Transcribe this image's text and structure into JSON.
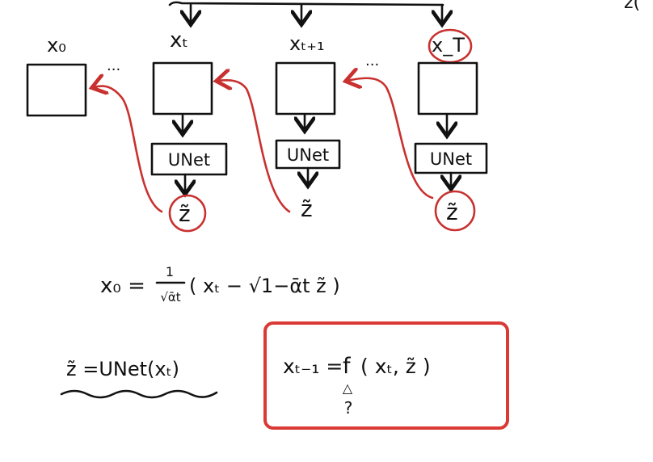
{
  "colors": {
    "ink": "#111111",
    "accent": "#c8312f",
    "highlight_box": "#d93a35"
  },
  "timesteps": [
    {
      "sub": "0",
      "label": "x₀"
    },
    {
      "sub": "t",
      "label": "xₜ"
    },
    {
      "sub": "t+1",
      "label": "xₜ₊₁"
    },
    {
      "sub": "T",
      "label": "x_T"
    }
  ],
  "unet_label": "UNet",
  "noise_symbol": "z̃",
  "ellipsis": "···",
  "corner_fragment": "z(",
  "equations": {
    "x0": {
      "lhs": "x₀ =",
      "frac_num": "1",
      "frac_den": "√ᾱt",
      "body": "( xₜ − √1−ᾱt z̃ )"
    },
    "z_def": "z̃ =UNet(xₜ)",
    "step": {
      "lhs": "xₜ₋₁ =",
      "func": "f",
      "args": "( xₜ, z̃ )",
      "caret": "△",
      "question": "?"
    }
  }
}
